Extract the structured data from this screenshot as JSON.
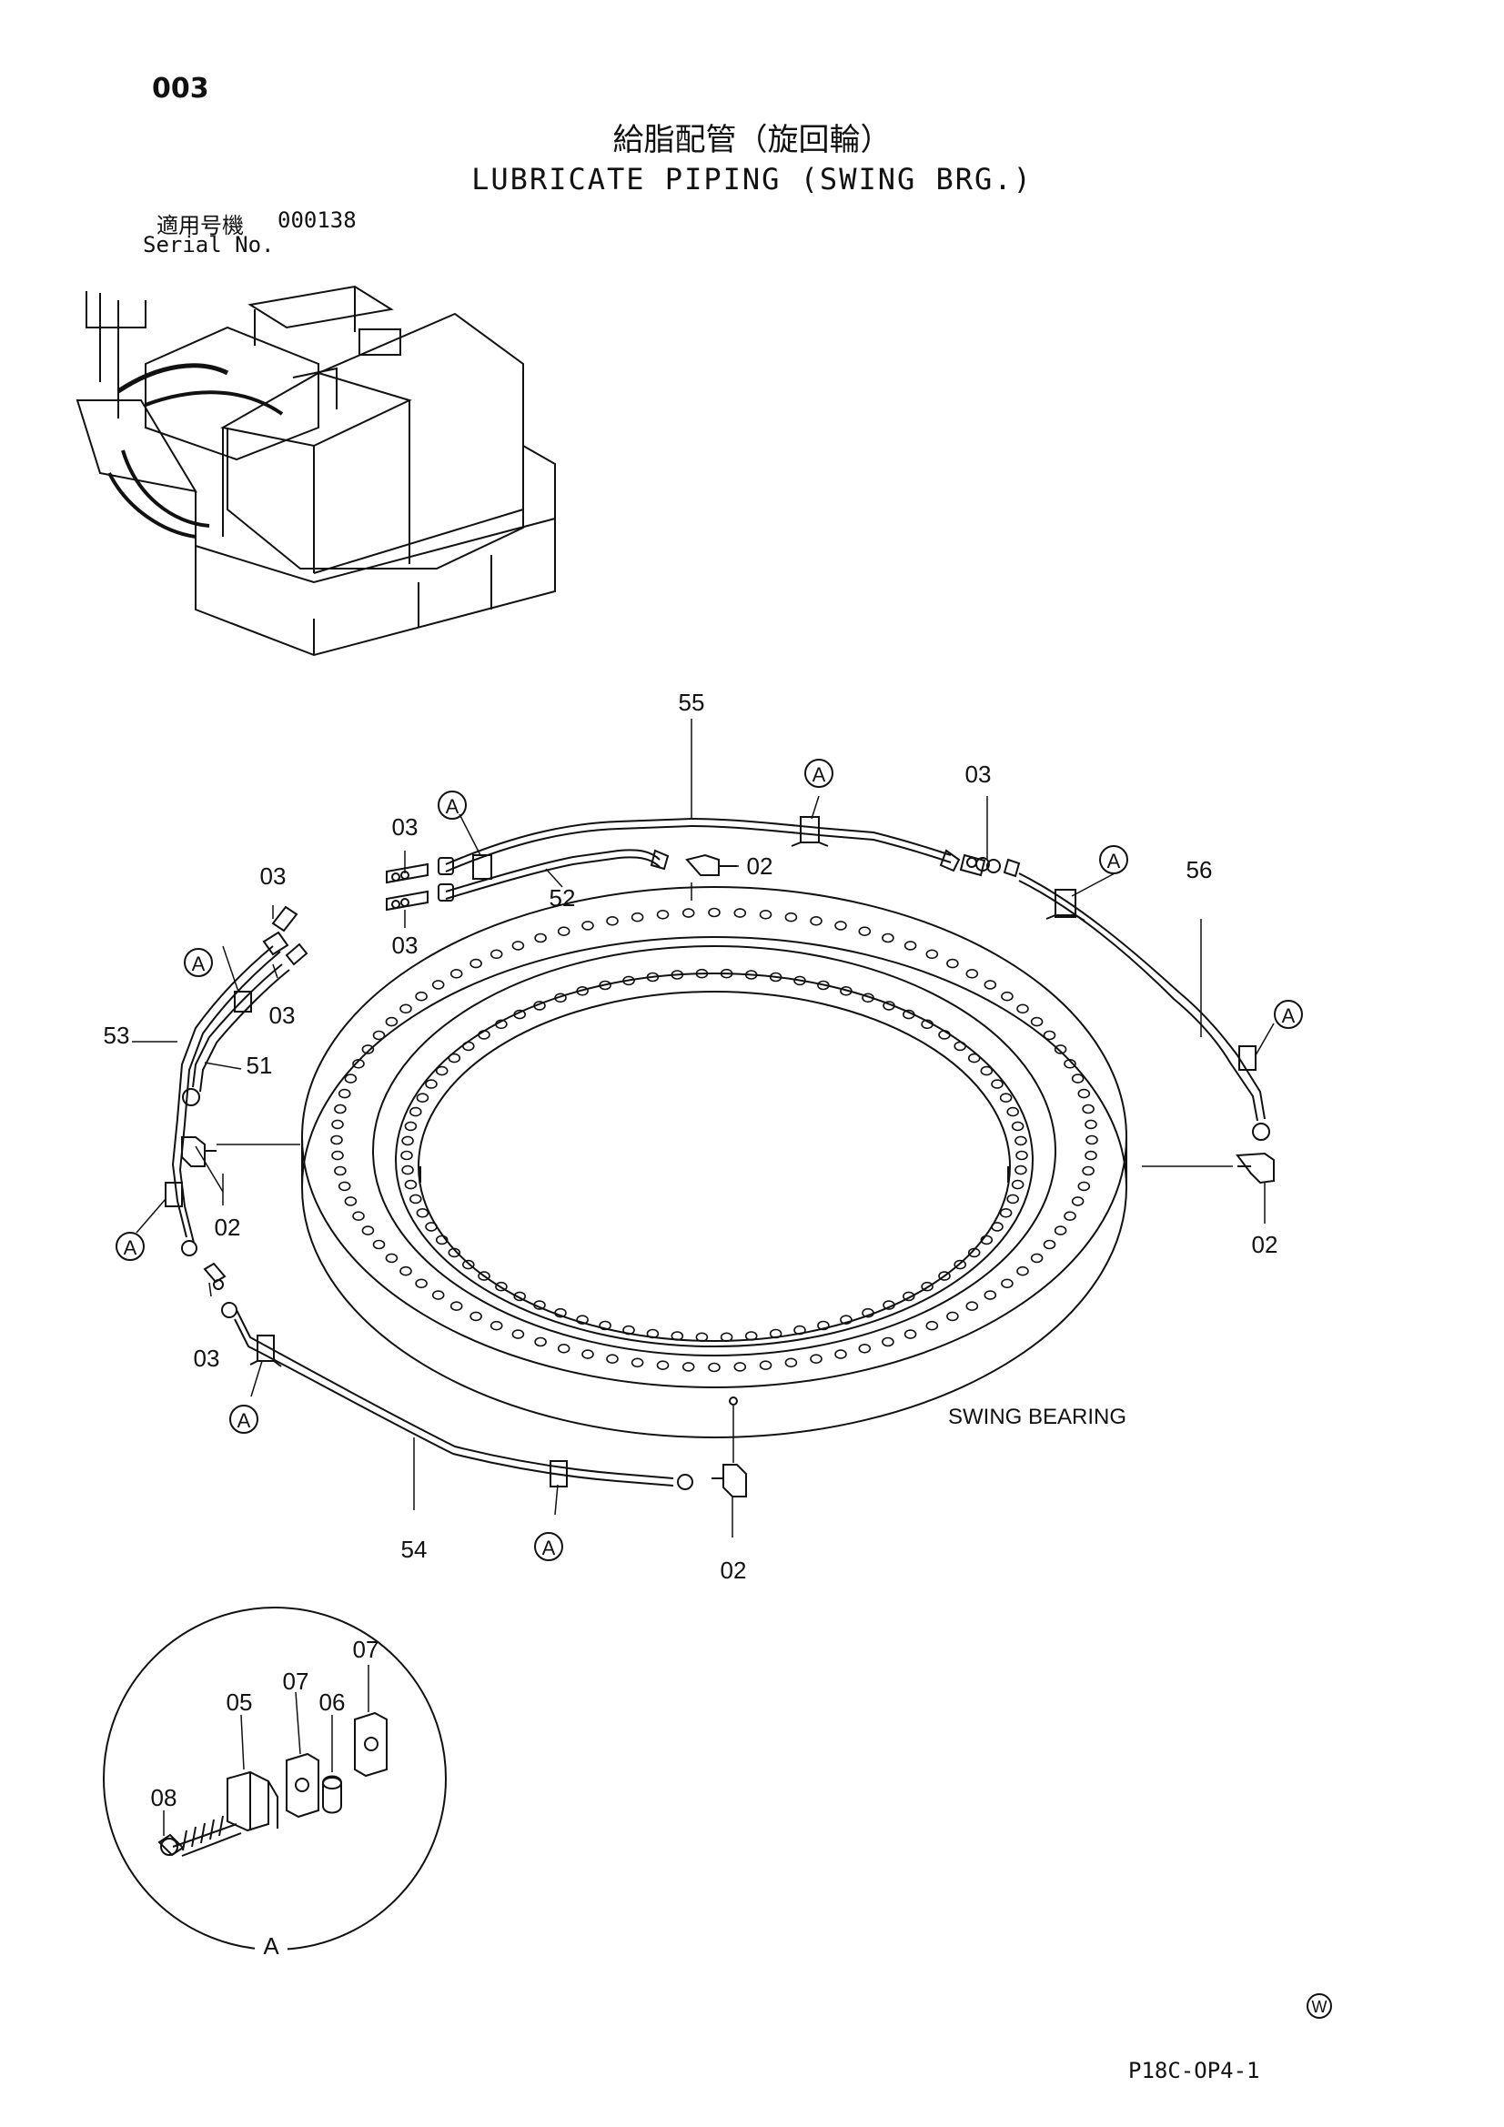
{
  "page_number": "003",
  "title_jp": "給脂配管（旋回輪）",
  "title_en": "LUBRICATE PIPING (SWING BRG.)",
  "serial": {
    "label_jp": "適用号機",
    "number": "000138",
    "label_en": "Serial No."
  },
  "bearing_label": "SWING BEARING",
  "detail_marker": "A",
  "watermark": "W",
  "part_code": "P18C-OP4-1",
  "callouts": {
    "p55": "55",
    "p56": "56",
    "p52": "52",
    "p53": "53",
    "p51": "51",
    "p54": "54",
    "c02": "02",
    "c03": "03",
    "c05": "05",
    "c06": "06",
    "c07": "07",
    "c08": "08"
  }
}
